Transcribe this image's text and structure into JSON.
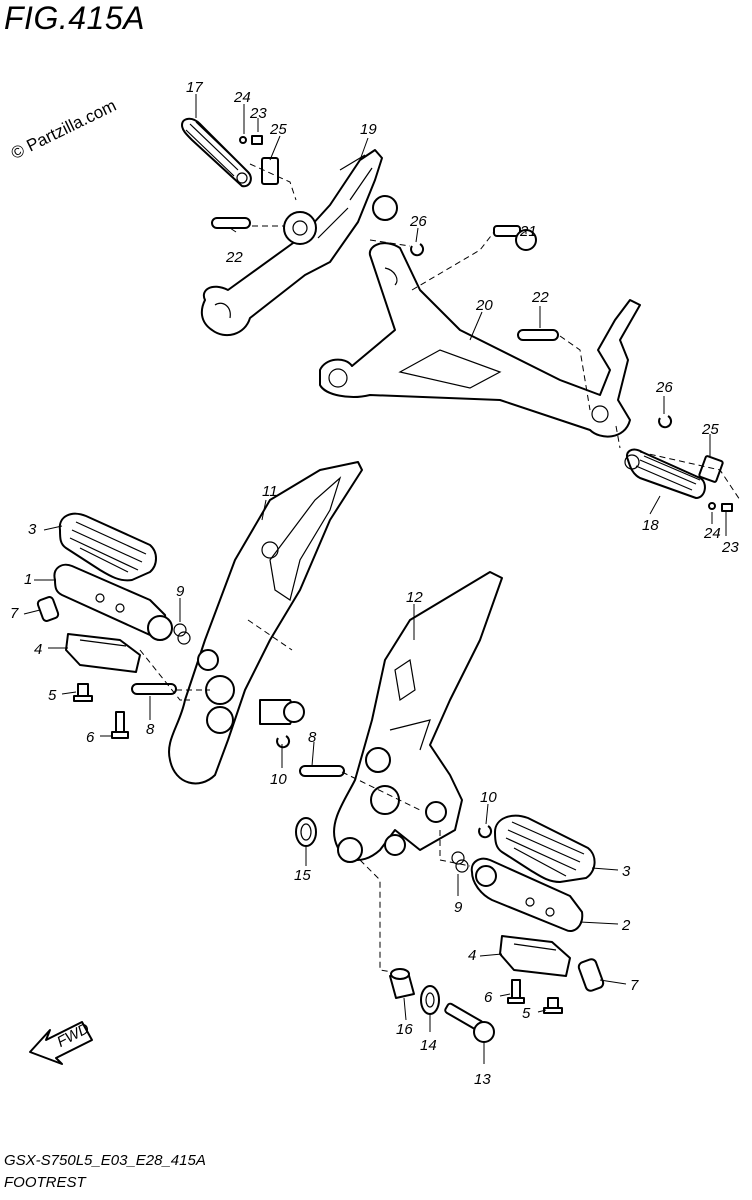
{
  "figure": {
    "title": "FIG.415A",
    "watermark": "© Partzilla.com",
    "model_code": "GSX-S750L5_E03_E28_415A",
    "section_name": "FOOTREST",
    "fwd_label": "FWD"
  },
  "callouts": [
    {
      "id": "c17a",
      "text": "17"
    },
    {
      "id": "c24a",
      "text": "24"
    },
    {
      "id": "c23a",
      "text": "23"
    },
    {
      "id": "c25a",
      "text": "25"
    },
    {
      "id": "c19",
      "text": "19"
    },
    {
      "id": "c26a",
      "text": "26"
    },
    {
      "id": "c22a",
      "text": "22"
    },
    {
      "id": "c21",
      "text": "21"
    },
    {
      "id": "c22b",
      "text": "22"
    },
    {
      "id": "c20",
      "text": "20"
    },
    {
      "id": "c26b",
      "text": "26"
    },
    {
      "id": "c25b",
      "text": "25"
    },
    {
      "id": "c18",
      "text": "18"
    },
    {
      "id": "c24b",
      "text": "24"
    },
    {
      "id": "c23b",
      "text": "23"
    },
    {
      "id": "c11",
      "text": "11"
    },
    {
      "id": "c3a",
      "text": "3"
    },
    {
      "id": "c1",
      "text": "1"
    },
    {
      "id": "c7a",
      "text": "7"
    },
    {
      "id": "c9a",
      "text": "9"
    },
    {
      "id": "c4a",
      "text": "4"
    },
    {
      "id": "c5a",
      "text": "5"
    },
    {
      "id": "c8a",
      "text": "8"
    },
    {
      "id": "c6a",
      "text": "6"
    },
    {
      "id": "c10a",
      "text": "10"
    },
    {
      "id": "c12",
      "text": "12"
    },
    {
      "id": "c8b",
      "text": "8"
    },
    {
      "id": "c10b",
      "text": "10"
    },
    {
      "id": "c15",
      "text": "15"
    },
    {
      "id": "c3b",
      "text": "3"
    },
    {
      "id": "c9b",
      "text": "9"
    },
    {
      "id": "c2",
      "text": "2"
    },
    {
      "id": "c4b",
      "text": "4"
    },
    {
      "id": "c7b",
      "text": "7"
    },
    {
      "id": "c6b",
      "text": "6"
    },
    {
      "id": "c5b",
      "text": "5"
    },
    {
      "id": "c16",
      "text": "16"
    },
    {
      "id": "c14",
      "text": "14"
    },
    {
      "id": "c13",
      "text": "13"
    }
  ]
}
